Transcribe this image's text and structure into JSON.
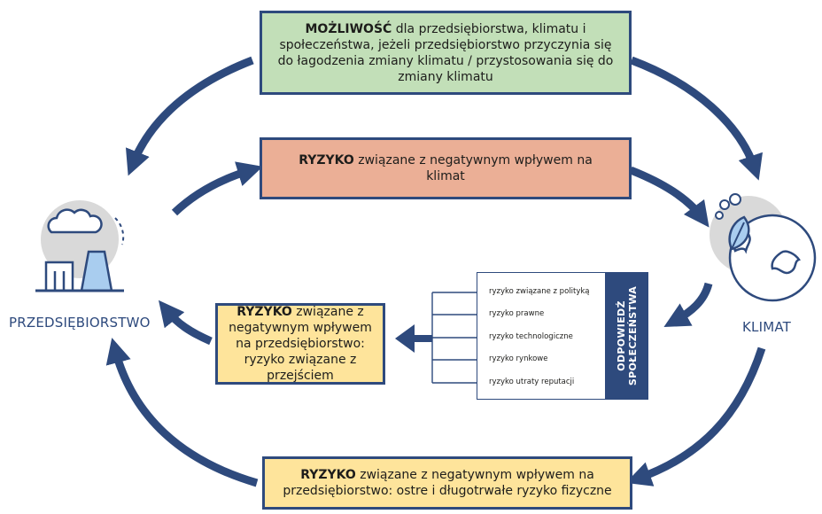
{
  "boxes": {
    "opportunity": {
      "bold": "MOŻLIWOŚĆ",
      "text": " dla przedsiębiorstwa, klimatu i społeczeństwa, jeżeli przedsiębiorstwo przyczynia się do łagodzenia zmiany klimatu / przystosowania się do zmiany klimatu",
      "color": "#c2dfb8"
    },
    "risk_climate": {
      "bold": "RYZYKO",
      "text": " związane z negatywnym wpływem na klimat",
      "color": "#ebaf96"
    },
    "risk_transition": {
      "bold": "RYZYKO",
      "text": " związane z negatywnym wpływem na przedsiębiorstwo: ryzyko związane z przejściem",
      "color": "#fee49b"
    },
    "risk_physical": {
      "bold": "RYZYKO",
      "text": " związane z negatywnym wpływem na przedsiębiorstwo: ostre i długotrwałe ryzyko fizyczne",
      "color": "#fee49b"
    }
  },
  "actors": {
    "company": "PRZEDSIĘBIORSTWO",
    "climate": "KLIMAT"
  },
  "response": {
    "title_line1": "ODPOWIEDŹ",
    "title_line2": "SPOŁECZEŃSTWA",
    "items": [
      "ryzyko związane z polityką",
      "ryzyko prawne",
      "ryzyko technologiczne",
      "ryzyko rynkowe",
      "ryzyko utraty reputacji"
    ]
  },
  "colors": {
    "arrow": "#2e4a7d",
    "icon_fill": "#a9cdef",
    "icon_bg": "#d9d9d9"
  },
  "icons": [
    "factory-icon",
    "globe-leaf-icon"
  ]
}
